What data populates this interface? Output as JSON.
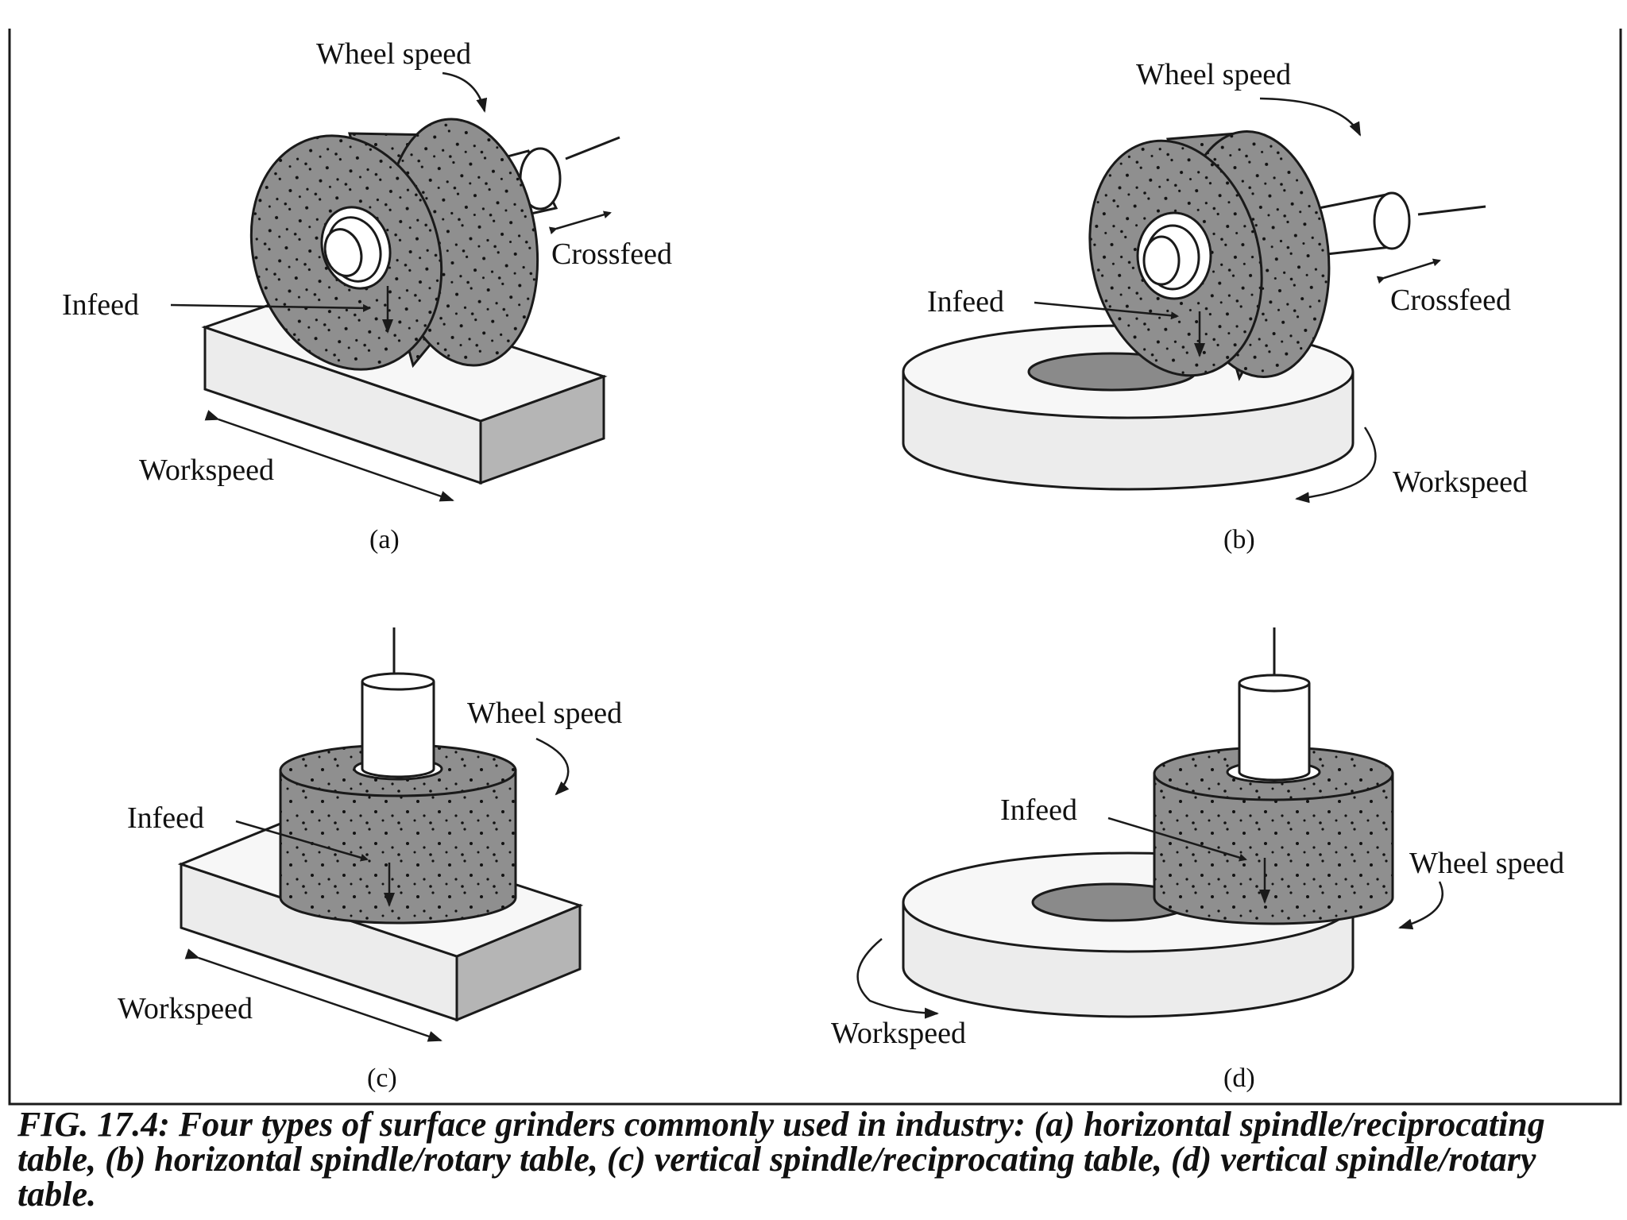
{
  "panels": {
    "a": {
      "tag": "(a)",
      "wheel_speed": "Wheel speed",
      "crossfeed": "Crossfeed",
      "infeed": "Infeed",
      "workspeed": "Workspeed"
    },
    "b": {
      "tag": "(b)",
      "wheel_speed": "Wheel speed",
      "crossfeed": "Crossfeed",
      "infeed": "Infeed",
      "workspeed": "Workspeed"
    },
    "c": {
      "tag": "(c)",
      "wheel_speed": "Wheel speed",
      "infeed": "Infeed",
      "workspeed": "Workspeed"
    },
    "d": {
      "tag": "(d)",
      "wheel_speed": "Wheel speed",
      "infeed": "Infeed",
      "workspeed": "Workspeed"
    }
  },
  "caption": "FIG. 17.4: Four types of surface grinders commonly used in industry: (a) horizontal spindle/reciprocating table, (b) horizontal spindle/rotary table, (c) vertical spindle/reciprocating table, (d) vertical spindle/rotary table.",
  "colors": {
    "wheel": "#8f8f8f",
    "wheel_dark": "#7a7a7a",
    "work_light": "#ececec",
    "work_side": "#b5b5b5",
    "contact": "#8a8a8a"
  }
}
